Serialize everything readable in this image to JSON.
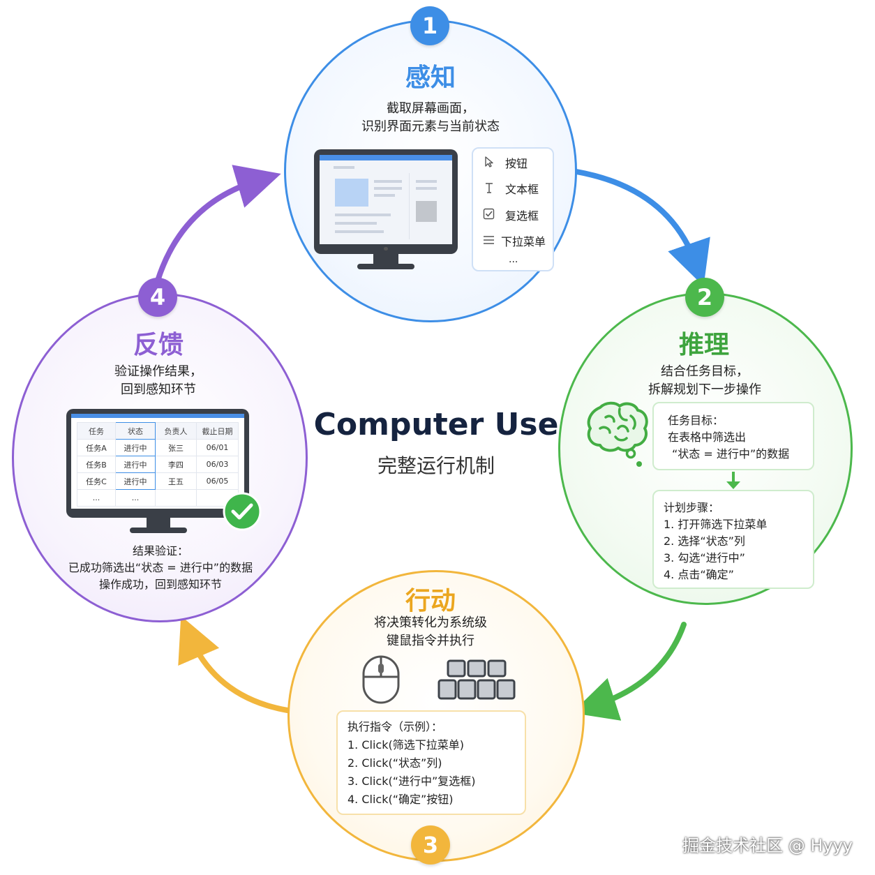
{
  "center": {
    "title": "Computer Use",
    "subtitle": "完整运行机制"
  },
  "colors": {
    "blue": "#3d8ee6",
    "green": "#4cb84c",
    "orange": "#f2b63c",
    "purple": "#8d5fd3"
  },
  "steps": [
    {
      "number": "1",
      "title": "感知",
      "desc": [
        "截取屏幕画面，",
        "识别界面元素与当前状态"
      ],
      "elements": [
        {
          "icon": "cursor-icon",
          "label": "按钮"
        },
        {
          "icon": "text-cursor-icon",
          "label": "文本框"
        },
        {
          "icon": "checkbox-icon",
          "label": "复选框"
        },
        {
          "icon": "menu-icon",
          "label": "下拉菜单"
        }
      ],
      "elements_more": "..."
    },
    {
      "number": "2",
      "title": "推理",
      "desc": [
        "结合任务目标，",
        "拆解规划下一步操作"
      ],
      "goal": {
        "heading": "任务目标：",
        "lines": [
          "在表格中筛选出",
          "“状态 = 进行中”的数据"
        ]
      },
      "plan": {
        "heading": "计划步骤：",
        "lines": [
          "1. 打开筛选下拉菜单",
          "2. 选择“状态”列",
          "3. 勾选“进行中”",
          "4. 点击“确定”"
        ]
      }
    },
    {
      "number": "3",
      "title": "行动",
      "desc": [
        "将决策转化为系统级",
        "键鼠指令并执行"
      ],
      "commands": {
        "heading": "执行指令（示例）：",
        "lines": [
          "1. Click(筛选下拉菜单)",
          "2. Click(“状态”列)",
          "3. Click(“进行中”复选框)",
          "4. Click(“确定”按钮)"
        ]
      }
    },
    {
      "number": "4",
      "title": "反馈",
      "desc": [
        "验证操作结果，",
        "回到感知环节"
      ],
      "table": {
        "headers": [
          "任务",
          "状态",
          "负责人",
          "截止日期"
        ],
        "rows": [
          [
            "任务A",
            "进行中",
            "张三",
            "06/01"
          ],
          [
            "任务B",
            "进行中",
            "李四",
            "06/03"
          ],
          [
            "任务C",
            "进行中",
            "王五",
            "06/05"
          ],
          [
            "...",
            "...",
            "",
            ""
          ]
        ]
      },
      "result": {
        "heading": "结果验证：",
        "lines": [
          "已成功筛选出“状态 = 进行中”的数据",
          "操作成功，回到感知环节"
        ]
      }
    }
  ],
  "watermark": "掘金技术社区 @ Hyyy"
}
